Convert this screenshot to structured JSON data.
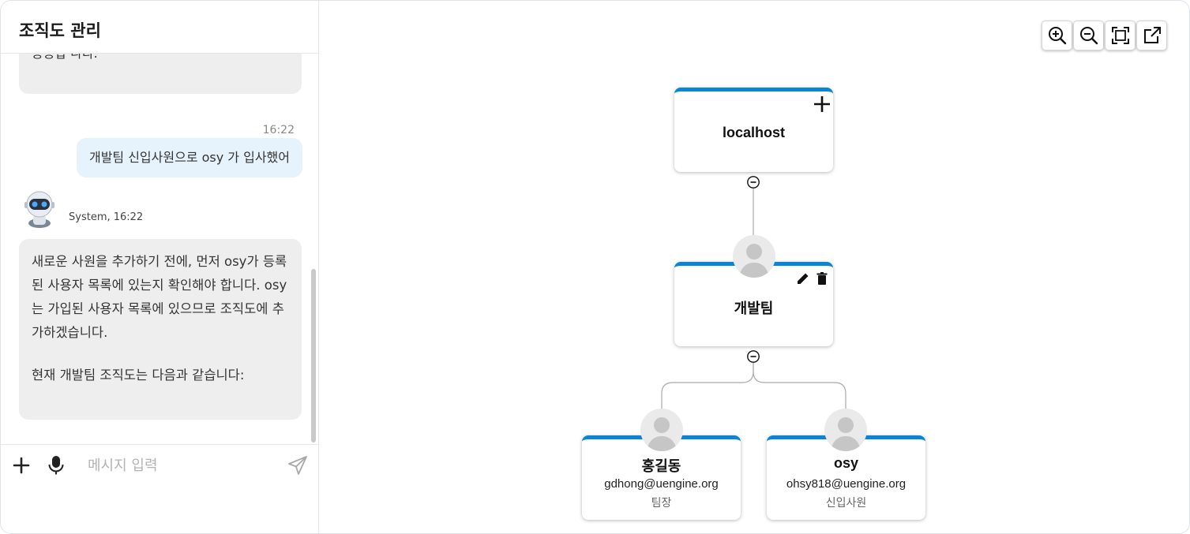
{
  "header": {
    "title": "조직도 관리"
  },
  "chat": {
    "prev_snippet": "승승합 나다.",
    "user_time": "16:22",
    "user_message": "개발팀 신입사원으로 osy 가 입사했어",
    "system_meta": "System, 16:22",
    "system_message_1": "새로운 사원을 추가하기 전에, 먼저 osy가 등록된 사용자 목록에 있는지 확인해야 합니다. osy는 가입된 사용자 목록에 있으므로 조직도에 추가하겠습니다.",
    "system_message_2": "현재 개발팀 조직도는 다음과 같습니다:"
  },
  "input": {
    "placeholder": "메시지 입력",
    "value": ""
  },
  "icons": {
    "add": "plus-icon",
    "mic": "microphone-icon",
    "send": "send-icon",
    "zoom_in": "zoom-in-icon",
    "zoom_out": "zoom-out-icon",
    "fit": "fit-screen-icon",
    "open": "open-external-icon",
    "edit": "pencil-icon",
    "delete": "trash-icon",
    "collapse": "minus-circle-icon"
  },
  "org": {
    "root": {
      "name": "localhost"
    },
    "team": {
      "name": "개발팀"
    },
    "members": [
      {
        "name": "홍길동",
        "email": "gdhong@uengine.org",
        "role": "팀장"
      },
      {
        "name": "osy",
        "email": "ohsy818@uengine.org",
        "role": "신입사원"
      }
    ]
  },
  "colors": {
    "accent": "#0a84d6",
    "bubble_user": "#e7f3fc",
    "bubble_system": "#eeeeee"
  }
}
